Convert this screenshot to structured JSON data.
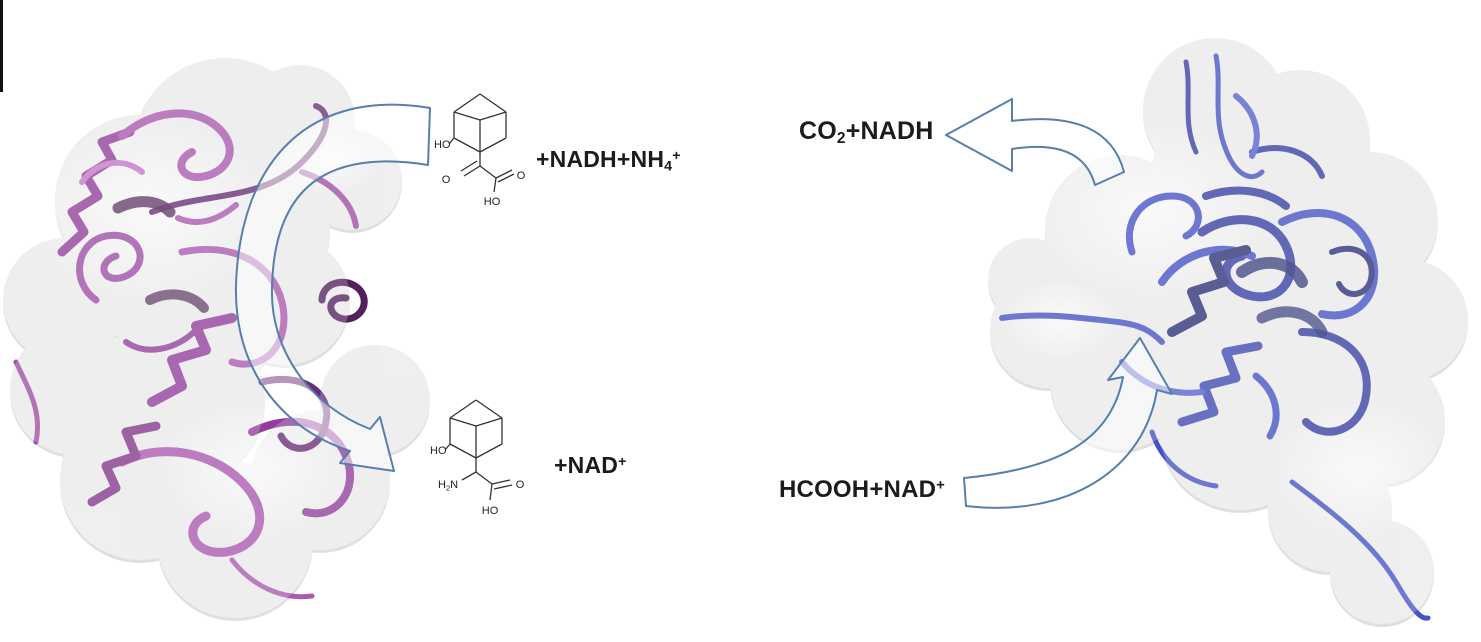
{
  "figure": {
    "title": "Coupled enzyme reaction scheme with two protein ribbon models",
    "background_color": "#ffffff",
    "arrow_color": "#567fae"
  },
  "left_protein": {
    "name": "left protein (magenta ribbon with transparent surface)",
    "ribbon_color": "#a94fae",
    "surface_color": "#eeeeee"
  },
  "right_protein": {
    "name": "right protein (blue ribbon with transparent surface)",
    "ribbon_color": "#3c49c4",
    "surface_color": "#eeeeee"
  },
  "labels": {
    "top_product": {
      "main": "+NADH+NH",
      "sub": "4",
      "sup": "+"
    },
    "bottom_product": {
      "main": "+NAD",
      "sup": "+"
    },
    "co2": {
      "pre": "CO",
      "sub": "2",
      "post": "+NADH"
    },
    "hcooh": {
      "main": "HCOOH+NAD",
      "sup": "+"
    }
  },
  "molecules": {
    "top": {
      "name": "keto acid substrate (adamantyl keto acid)",
      "labels": {
        "ho_ring": "HO",
        "keto_o": "O",
        "acid_o": "O",
        "acid_ho": "HO"
      }
    },
    "bottom": {
      "name": "amino acid product (adamantyl amino acid)",
      "labels": {
        "ho_ring": "HO",
        "amine_h": "H",
        "amine_sub": "2",
        "amine_n": "N",
        "acid_o": "O",
        "acid_ho": "HO"
      }
    }
  }
}
